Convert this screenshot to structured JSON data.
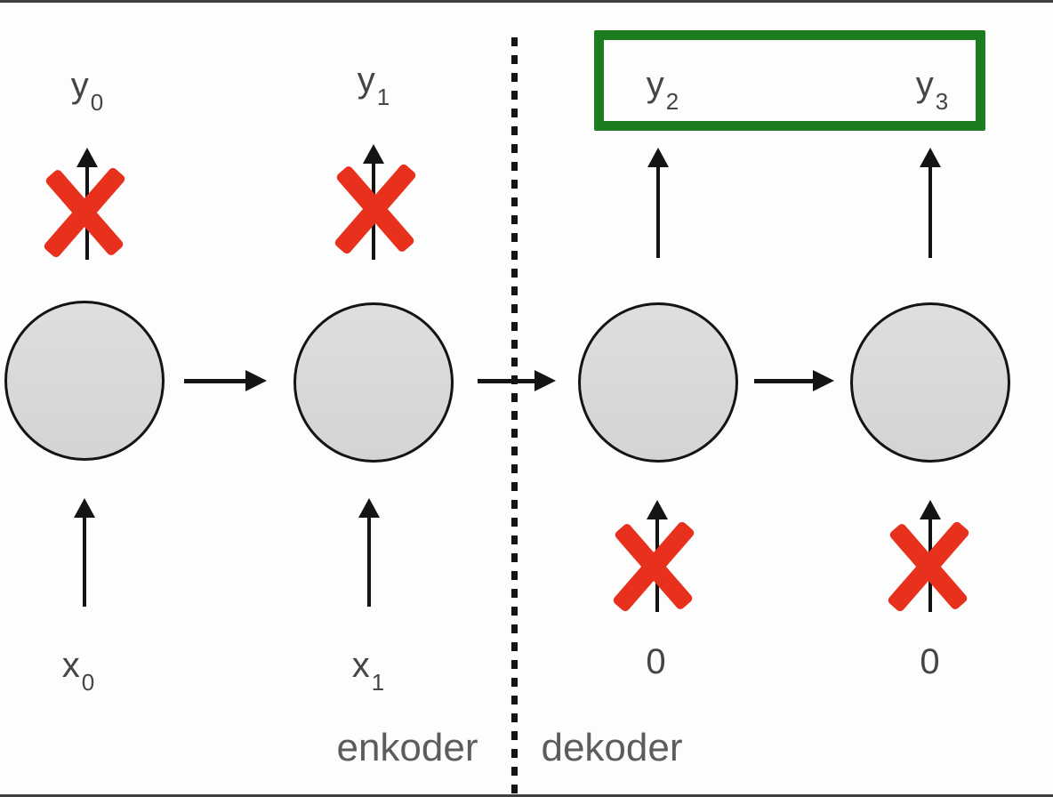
{
  "labels": {
    "encoder": "enkoder",
    "decoder": "dekoder"
  },
  "columns": [
    {
      "output": {
        "base": "y",
        "sub": "0"
      },
      "input": {
        "base": "x",
        "sub": "0"
      },
      "output_crossed": true,
      "input_crossed": false,
      "output_boxed": false
    },
    {
      "output": {
        "base": "y",
        "sub": "1"
      },
      "input": {
        "base": "x",
        "sub": "1"
      },
      "output_crossed": true,
      "input_crossed": false,
      "output_boxed": false
    },
    {
      "output": {
        "base": "y",
        "sub": "2"
      },
      "input": {
        "base": "0",
        "sub": ""
      },
      "output_crossed": false,
      "input_crossed": true,
      "output_boxed": true
    },
    {
      "output": {
        "base": "y",
        "sub": "3"
      },
      "input": {
        "base": "0",
        "sub": ""
      },
      "output_crossed": false,
      "input_crossed": true,
      "output_boxed": true
    }
  ],
  "colors": {
    "background": "#fdfdfd",
    "node_fill": "#d9d9d9",
    "node_border": "#141414",
    "arrow": "#141414",
    "cross_red": "#e8311c",
    "highlight_green": "#1c7c20",
    "label_gray": "#454545",
    "section_label_gray": "#5c5c5c"
  }
}
